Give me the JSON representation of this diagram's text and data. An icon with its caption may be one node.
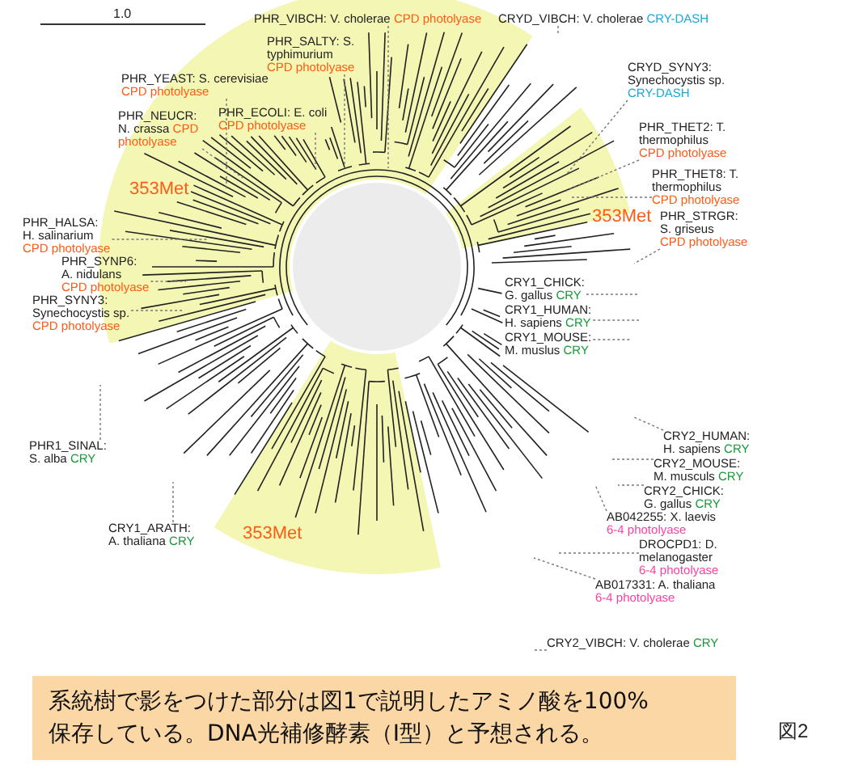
{
  "diagram": {
    "nodes": [
      {
        "text": [
          "PHR_VIBCH: V. cholerae",
          "CPD photolyase"
        ]
      },
      {
        "text": [
          "PHR_SALTY: S. typhimurium",
          "CPD photolyase"
        ]
      },
      {
        "text": [
          "PHR_YEAST: S. cerevisiae",
          "CPD photolyase"
        ]
      },
      {
        "text": [
          "PHR_ECOLI: E. coli",
          "CPD photolyase"
        ]
      },
      {
        "text": [
          "PHR_NEUCR: N. crassa",
          "CPD photolyase"
        ]
      },
      {
        "text": [
          "PHR_HALSA: H. salinarium",
          "CPD photolyase"
        ]
      },
      {
        "text": [
          "PHR_SYNP6: A. nidulans",
          "CPD photolyase"
        ]
      },
      {
        "text": [
          "PHR_SYNY3: Synechocystis sp.",
          "CPD photolyase"
        ]
      },
      {
        "text": [
          "CRYD_VIBCH: V. cholerae",
          "CRY-DASH"
        ]
      },
      {
        "text": [
          "CRYD_SYNY3: Synechocystis sp.",
          "CRY-DASH"
        ]
      },
      {
        "text": [
          "PHR_THET2: T. thermophilus",
          "CPD photolyase"
        ]
      },
      {
        "text": [
          "PHR_THET8: T. thermophilus",
          "CPD photolyase"
        ]
      },
      {
        "text": [
          "PHR_STRGR: S. griseus",
          "CPD photolyase"
        ]
      },
      {
        "text": [
          "CRY1_CHICK: G. gallus",
          "CRY"
        ]
      },
      {
        "text": [
          "CRY1_HUMAN: H. sapiens",
          "CRY"
        ]
      },
      {
        "text": [
          "CRY1_MOUSE: M. muslus",
          "CRY"
        ]
      },
      {
        "text": [
          "PHR1_SINAL: S. alba",
          "CRY"
        ]
      },
      {
        "text": [
          "CRY1_ARATH: A. thaliana",
          "CRY"
        ]
      },
      {
        "text": [
          "CRY2_HUMAN: H. sapiens",
          "CRY"
        ]
      },
      {
        "text": [
          "CRY2_MOUSE: M. musculs",
          "CRY"
        ]
      },
      {
        "text": [
          "CRY2_CHICK: G. gallus",
          "CRY"
        ]
      },
      {
        "text": [
          "AB042255: X. laevis",
          "6-4 photolyase"
        ]
      },
      {
        "text": [
          "DROCPD1: D. melanogaster",
          "6-4 photolyase"
        ]
      },
      {
        "text": [
          "AB017331: A. thaliana",
          "6-4 photolyase"
        ]
      },
      {
        "text": [
          "CRY2_VIBCH: V. cholerae",
          "CRY"
        ]
      },
      {
        "text": [
          "系統樹で影をつけた部分は図1で説明したアミノ酸を100%保存している。DNA光補修酵素（I型）と予想される。"
        ]
      }
    ],
    "edges": [
      {
        "from": 0,
        "to": null,
        "arrow": "none",
        "style": "dashed"
      },
      {
        "from": 1,
        "to": null,
        "arrow": "none",
        "style": "dashed"
      },
      {
        "from": 2,
        "to": null,
        "arrow": "none",
        "style": "dashed"
      },
      {
        "from": 3,
        "to": null,
        "arrow": "none",
        "style": "dashed"
      },
      {
        "from": 4,
        "to": null,
        "arrow": "none",
        "style": "dashed"
      },
      {
        "from": 5,
        "to": null,
        "arrow": "none",
        "style": "dashed"
      },
      {
        "from": 6,
        "to": null,
        "arrow": "none",
        "style": "dashed"
      },
      {
        "from": 7,
        "to": null,
        "arrow": "none",
        "style": "dashed"
      },
      {
        "from": 8,
        "to": null,
        "arrow": "none",
        "style": "dashed"
      },
      {
        "from": 9,
        "to": null,
        "arrow": "none",
        "style": "dashed"
      },
      {
        "from": 10,
        "to": null,
        "arrow": "none",
        "style": "dashed"
      },
      {
        "from": 11,
        "to": null,
        "arrow": "none",
        "style": "dashed"
      },
      {
        "from": 12,
        "to": null,
        "arrow": "none",
        "style": "dashed"
      },
      {
        "from": 13,
        "to": null,
        "arrow": "none",
        "style": "dashed"
      },
      {
        "from": 14,
        "to": null,
        "arrow": "none",
        "style": "dashed"
      },
      {
        "from": 15,
        "to": null,
        "arrow": "none",
        "style": "dashed"
      },
      {
        "from": 16,
        "to": null,
        "arrow": "none",
        "style": "dashed"
      },
      {
        "from": 17,
        "to": null,
        "arrow": "none",
        "style": "dashed"
      },
      {
        "from": 18,
        "to": null,
        "arrow": "none",
        "style": "dashed"
      },
      {
        "from": 19,
        "to": null,
        "arrow": "none",
        "style": "dashed"
      },
      {
        "from": 20,
        "to": null,
        "arrow": "none",
        "style": "dashed"
      },
      {
        "from": 21,
        "to": null,
        "arrow": "none",
        "style": "dashed"
      },
      {
        "from": 22,
        "to": null,
        "arrow": "none",
        "style": "dashed"
      },
      {
        "from": 23,
        "to": null,
        "arrow": "none",
        "style": "dashed"
      },
      {
        "from": 24,
        "to": null,
        "arrow": "none",
        "style": "dashed"
      }
    ],
    "labels": [
      "1.0",
      "353Met",
      "353Met",
      "353Met",
      "図2"
    ]
  }
}
